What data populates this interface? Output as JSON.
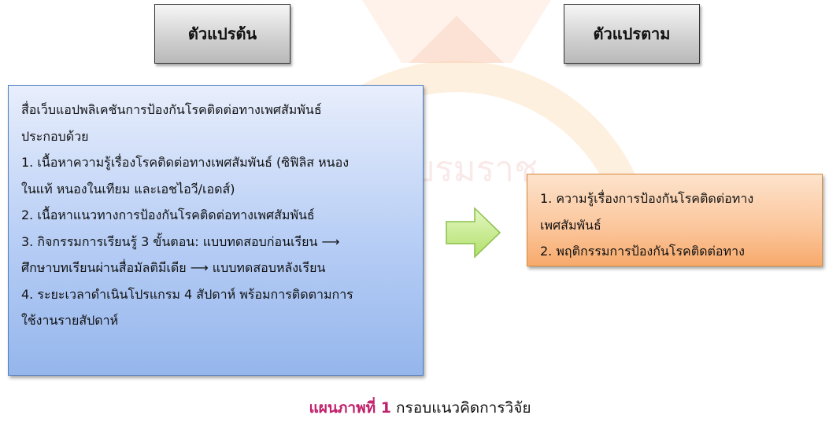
{
  "header_left": "ตัวแปรต้น",
  "header_right": "ตัวแปรตาม",
  "independent": {
    "lines": [
      "สื่อเว็บแอปพลิเคชันการป้องกันโรคติดต่อทางเพศสัมพันธ์",
      "ประกอบด้วย",
      "1. เนื้อหาความรู้เรื่องโรคติดต่อทางเพศสัมพันธ์ (ซิฟิลิส หนอง",
      "ในแท้ หนองในเทียม และเอชไอวี/เอดส์)",
      "2. เนื้อหาแนวทางการป้องกันโรคติดต่อทางเพศสัมพันธ์",
      "3. กิจกรรมการเรียนรู้ 3 ขั้นตอน: แบบทดสอบก่อนเรียน ⟶",
      "ศึกษาบทเรียนผ่านสื่อมัลติมีเดีย  ⟶ แบบทดสอบหลังเรียน",
      "4. ระยะเวลาดำเนินโปรแกรม 4 สัปดาห์ พร้อมการติดตามการ",
      "ใช้งานรายสัปดาห์"
    ]
  },
  "dependent": {
    "lines": [
      "1. ความรู้เรื่องการป้องกันโรคติดต่อทาง",
      "เพศสัมพันธ์",
      "2. พฤติกรรมการป้องกันโรคติดต่อทาง"
    ]
  },
  "caption": {
    "figure_label": "แผนภาพที่ 1",
    "text": "กรอบแนวคิดการวิจัย"
  },
  "colors": {
    "blue_box": "#b6cdf5",
    "orange_box": "#fbc59a",
    "arrow_fill": "#c8ec8a",
    "caption_label": "#c0206a"
  },
  "icons": {
    "arrow": "right-arrow-icon"
  }
}
